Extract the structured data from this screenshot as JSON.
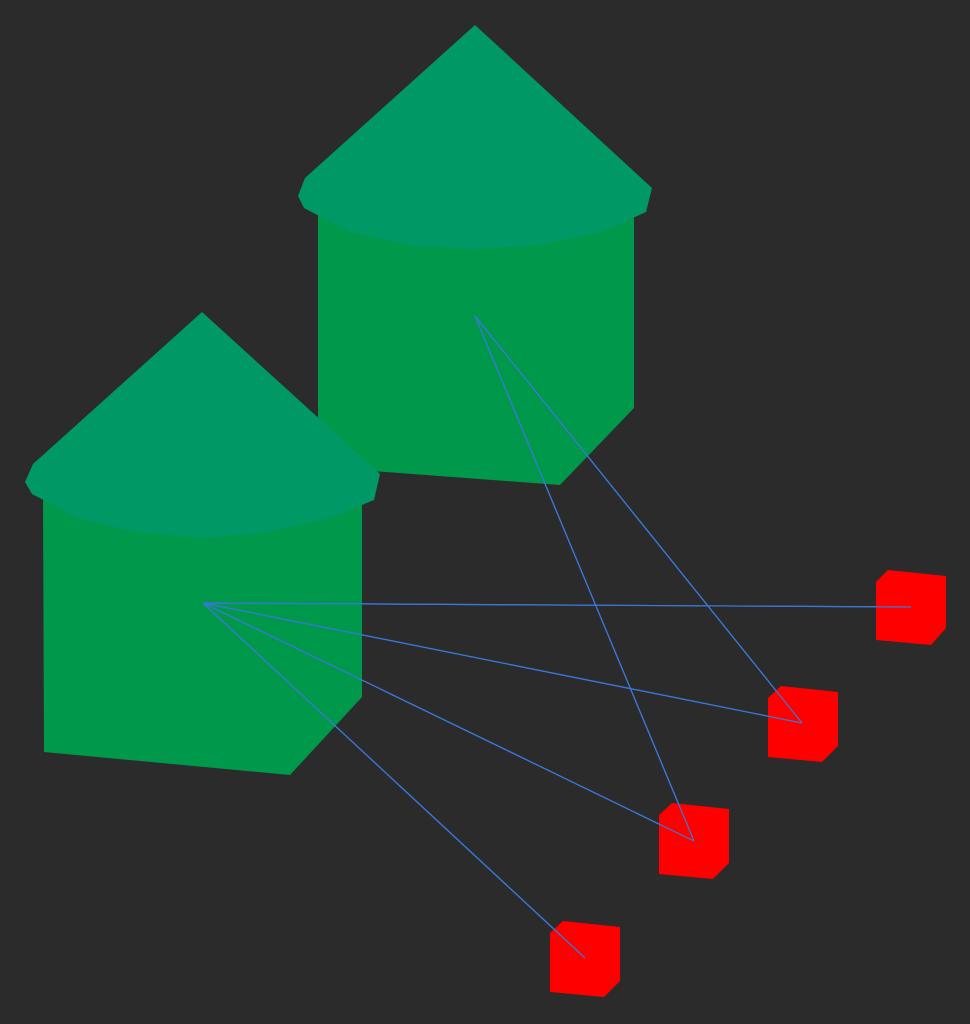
{
  "scene": {
    "colors": {
      "background": "#2b2b2b",
      "silo_body": "#00984a",
      "silo_roof": "#009966",
      "node_cube": "#ff0000",
      "link_line": "#3a78d8"
    },
    "silos": [
      {
        "id": "silo-back"
      },
      {
        "id": "silo-front"
      }
    ],
    "nodes": [
      {
        "id": "node-a"
      },
      {
        "id": "node-b"
      },
      {
        "id": "node-c"
      },
      {
        "id": "node-d"
      }
    ],
    "links": [
      {
        "from": "silo-back",
        "to": "node-b"
      },
      {
        "from": "silo-back",
        "to": "node-c"
      },
      {
        "from": "silo-front",
        "to": "node-a"
      },
      {
        "from": "silo-front",
        "to": "node-b"
      },
      {
        "from": "silo-front",
        "to": "node-c"
      },
      {
        "from": "silo-front",
        "to": "node-d"
      }
    ]
  }
}
